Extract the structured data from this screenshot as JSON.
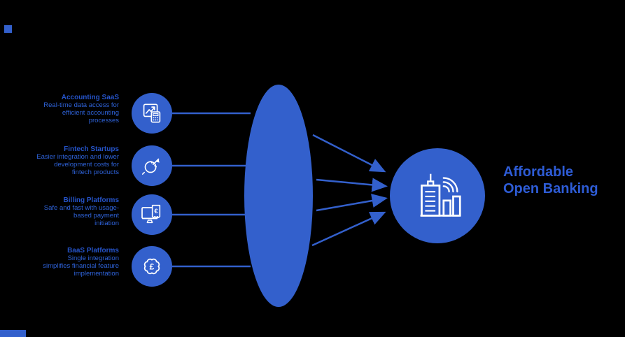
{
  "diagram": {
    "background_color": "#000000",
    "accent_color": "#3360cc",
    "text_color": "#2e62d8",
    "title_color": "#2553c8",
    "items": [
      {
        "title": "Accounting SaaS",
        "lines": [
          "Real-time data access for",
          "efficient accounting",
          "processes"
        ],
        "icon": "growth-chart-calculator-icon"
      },
      {
        "title": "Fintech Startups",
        "lines": [
          "Easier integration and lower",
          "development costs for",
          "fintech products"
        ],
        "icon": "rocket-planet-icon"
      },
      {
        "title": "Billing Platforms",
        "lines": [
          "Safe and fast with usage-",
          "based payment",
          "initiation"
        ],
        "icon": "monitor-euro-invoice-icon",
        "glyph": "€"
      },
      {
        "title": "BaaS Platforms",
        "lines": [
          "Single integration",
          "simplifies financial feature",
          "implementation"
        ],
        "icon": "pound-badge-icon",
        "glyph": "£"
      }
    ],
    "hub": {
      "label_line1": "Affordable",
      "label_line2": "Open Banking",
      "icon": "connected-bank-building-icon"
    }
  }
}
